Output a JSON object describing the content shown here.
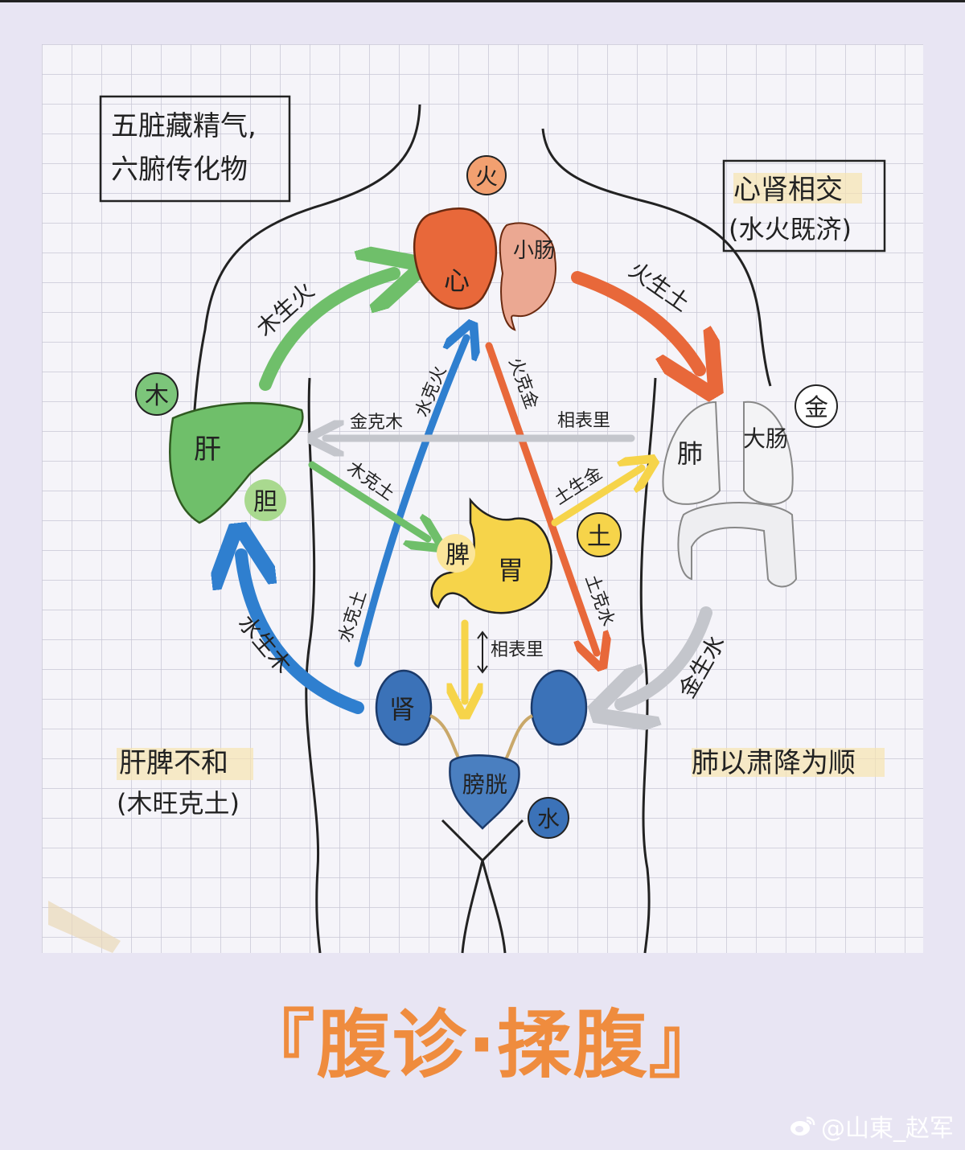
{
  "top_note": [
    "五脏藏精气,",
    "六腑传化物"
  ],
  "right_note": [
    "心肾相交",
    "(水火既济)"
  ],
  "left_bottom_note": [
    "肝脾不和",
    "(木旺克土)"
  ],
  "right_bottom_note": "肺以肃降为顺",
  "elements": {
    "fire": "火",
    "wood": "木",
    "metal": "金",
    "earth": "土",
    "water": "水"
  },
  "organs": {
    "heart": "心",
    "small_intestine": "小肠",
    "liver": "肝",
    "gallbladder": "胆",
    "lung": "肺",
    "large_intestine": "大肠",
    "spleen": "脾",
    "stomach": "胃",
    "kidney": "肾",
    "bladder": "膀胱"
  },
  "arrows": {
    "wood_gen_fire": "木生火",
    "fire_gen_earth": "火生土",
    "metal_gen_water": "金生水",
    "water_gen_wood": "水生木",
    "water_ctrl_fire": "水克火",
    "fire_ctrl_metal": "火克金",
    "metal_ctrl_wood": "金克木",
    "wood_ctrl_earth": "木克土",
    "earth_gen_metal": "土生金",
    "earth_ctrl_water": "土克水",
    "water_ctrl_earth": "水克土",
    "lung_li_pair": "相表里",
    "stomach_kidney_pair": "相表里"
  },
  "colors": {
    "fire": "#e8683a",
    "wood": "#6fbf6a",
    "metal": "#c4c6cc",
    "earth": "#f6d44a",
    "water": "#2f7fcf",
    "title": "#ef8c3e"
  },
  "footer_title": "『腹诊·揉腹』",
  "watermark": "@山東_赵军"
}
